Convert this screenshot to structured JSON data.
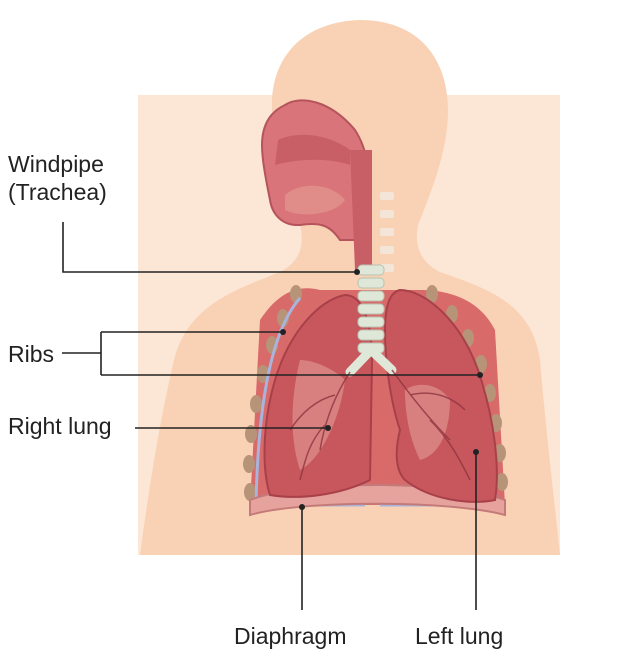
{
  "labels": {
    "windpipe_line1": "Windpipe",
    "windpipe_line2": "(Trachea)",
    "ribs": "Ribs",
    "right_lung": "Right lung",
    "diaphragm": "Diaphragm",
    "left_lung": "Left lung"
  },
  "colors": {
    "skin": "#f9d2b5",
    "skin_light": "#fce6d6",
    "lung": "#c7575c",
    "lung_dark": "#a8404a",
    "lung_light": "#e39b98",
    "trachea": "#dfe7d8",
    "rib": "#b79478",
    "cavity": "#d86a6a",
    "membrane": "#a9b4dc",
    "leader": "#222222"
  }
}
